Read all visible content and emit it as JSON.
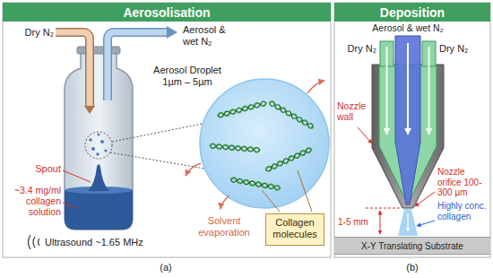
{
  "diagram": {
    "nodes": [
      {
        "text": [
          "Aerosolisation"
        ]
      },
      {
        "text": [
          "Collagen molecules"
        ]
      },
      {
        "text": [
          "Deposition"
        ]
      },
      {
        "text": [
          "X-Y Translating Substrate"
        ]
      }
    ],
    "labels": [
      "Dry N₂",
      "Aerosol & wet N₂",
      "Aerosol Droplet 1µm – 5µm",
      "Spout",
      "~3.4 mg/ml collagen solution",
      "Ultrasound ~1.65 MHz",
      "Solvent evaporation",
      "(a)",
      "Aerosol & wet N₂",
      "Dry N₂",
      "Dry N₂",
      "Nozzle wall",
      "Nozzle orifice 100-300 µm",
      "1-5 mm",
      "Highly conc. collagen",
      "(b)"
    ]
  }
}
